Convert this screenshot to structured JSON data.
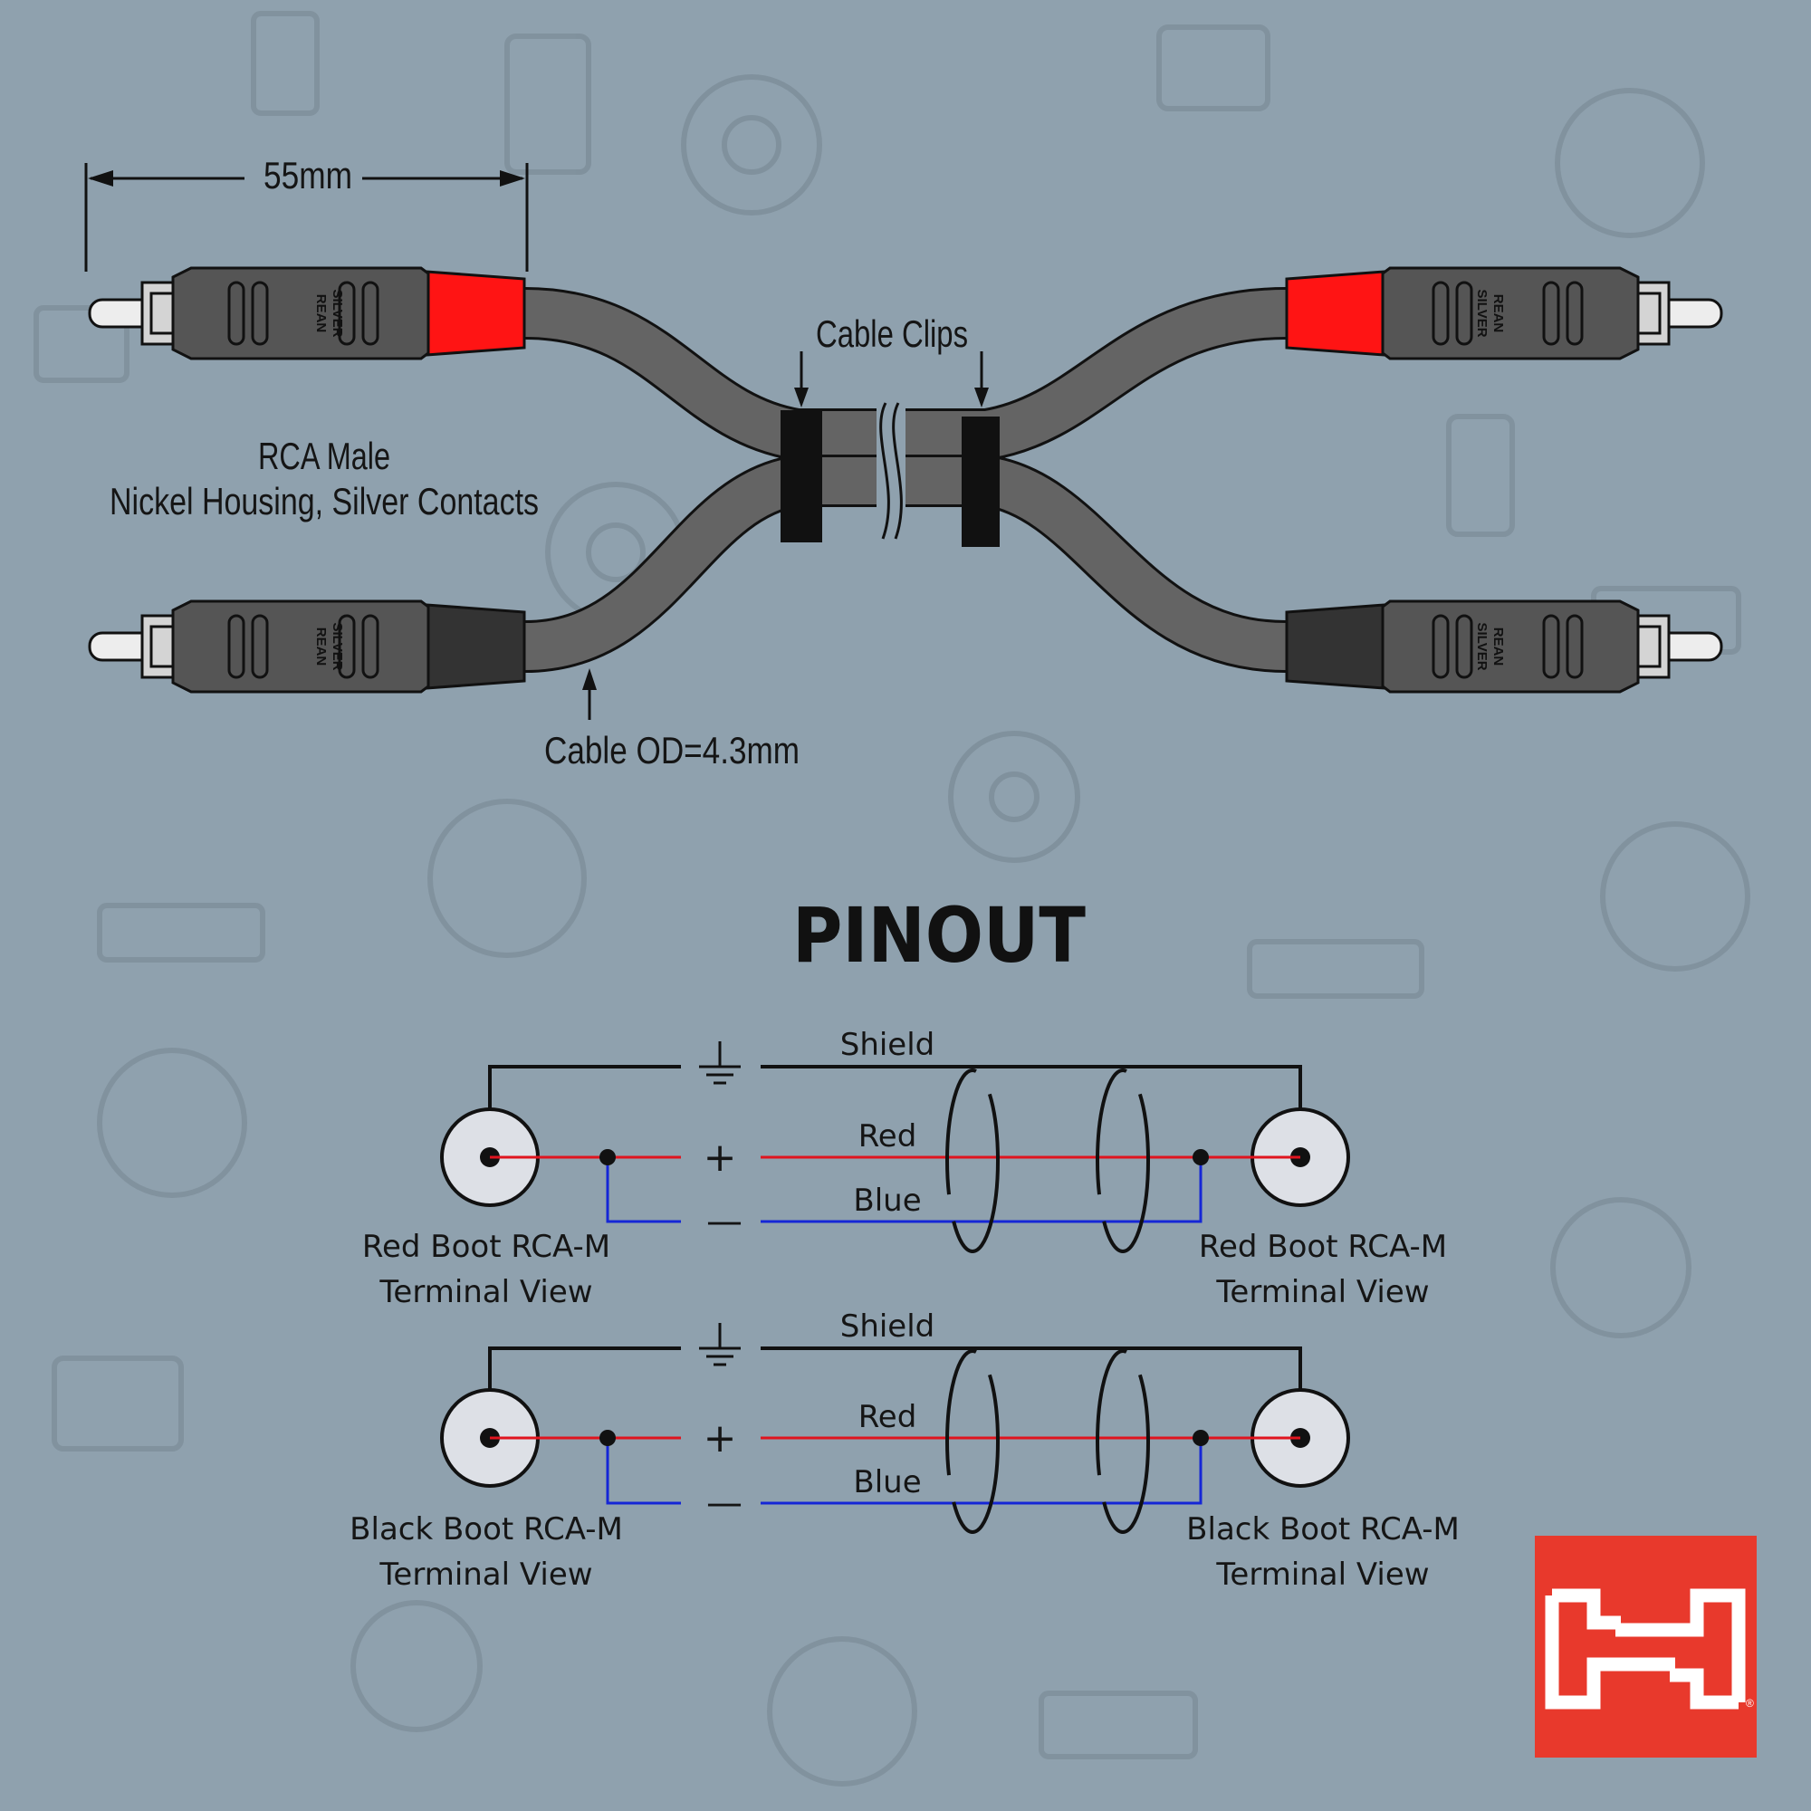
{
  "colors": {
    "background": "#8fa1ae",
    "pattern": "#7f909c",
    "red_boot": "#ff1414",
    "black_boot": "#333333",
    "body": "#555555",
    "cable": "#646464",
    "red_wire": "#e0141e",
    "blue_wire": "#1526d6",
    "logo": "#e8392c"
  },
  "assembly": {
    "dimension_label": "55mm",
    "clips_label": "Cable Clips",
    "connector_label_line1": "RCA Male",
    "connector_label_line2": "Nickel Housing, Silver Contacts",
    "cable_od_label": "Cable OD=4.3mm",
    "brand_line1": "REAN",
    "brand_line2": "SILVER"
  },
  "pinout": {
    "title": "PINOUT",
    "circuits": [
      {
        "shield_label": "Shield",
        "plus_symbol": "+",
        "red_label": "Red",
        "minus_symbol": "—",
        "blue_label": "Blue",
        "left_line1": "Red Boot RCA-M",
        "left_line2": "Terminal View",
        "right_line1": "Red Boot RCA-M",
        "right_line2": "Terminal View"
      },
      {
        "shield_label": "Shield",
        "plus_symbol": "+",
        "red_label": "Red",
        "minus_symbol": "—",
        "blue_label": "Blue",
        "left_line1": "Black Boot RCA-M",
        "left_line2": "Terminal View",
        "right_line1": "Black Boot RCA-M",
        "right_line2": "Terminal View"
      }
    ]
  },
  "logo": {
    "icon": "hosa-h-logo-icon",
    "trademark": "®"
  }
}
